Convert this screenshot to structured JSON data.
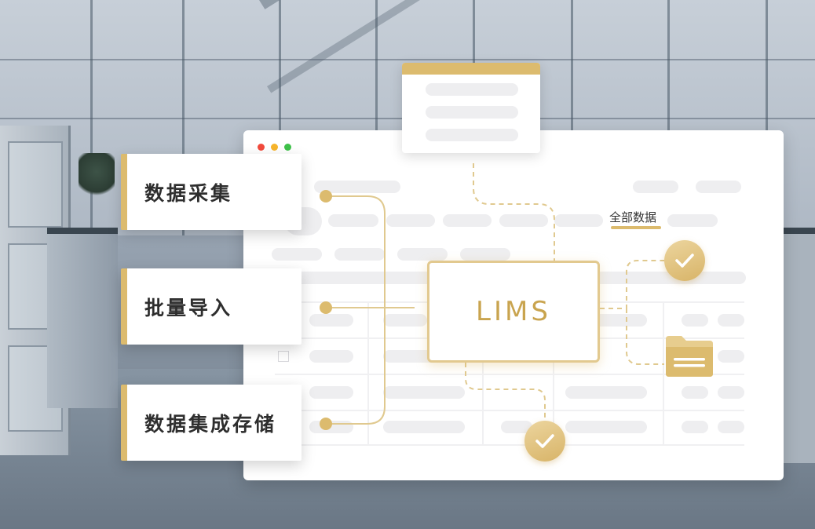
{
  "labels": {
    "collect": "数据采集",
    "import": "批量导入",
    "store": "数据集成存储"
  },
  "center": {
    "title": "LIMS"
  },
  "tag": {
    "all_data": "全部数据"
  },
  "colors": {
    "accent": "#dcbb6e",
    "accent_text": "#c9a44f",
    "placeholder": "#eeeef0",
    "window_dot_red": "#f24a3c",
    "window_dot_yellow": "#f7b52c",
    "window_dot_green": "#3fc24a"
  },
  "icons": [
    "check-icon",
    "folder-icon"
  ]
}
